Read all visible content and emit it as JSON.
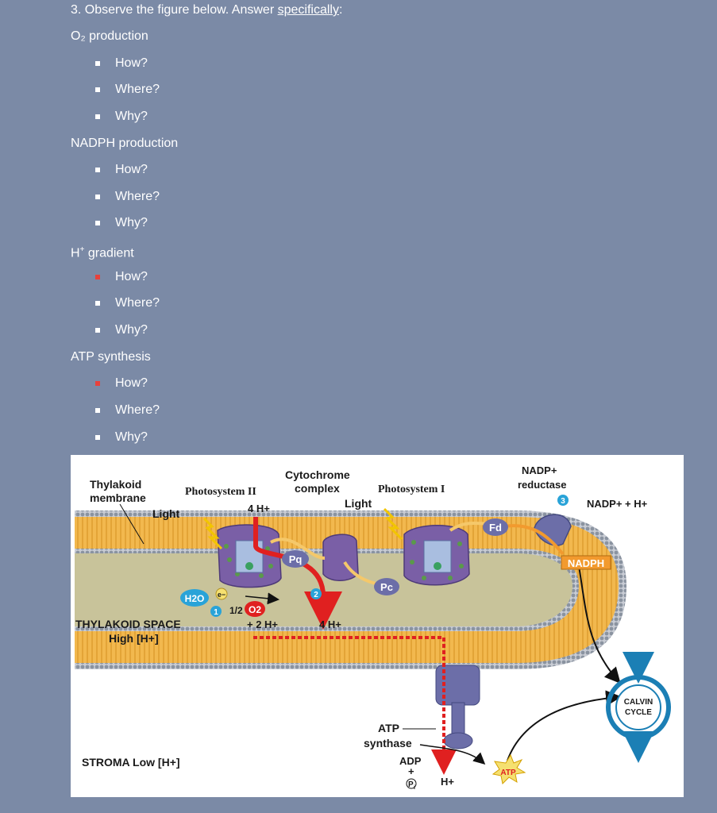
{
  "question": {
    "title_prefix": "3. Observe the figure below. Answer ",
    "title_emphasis": "specifically",
    "title_suffix": ":"
  },
  "sections": [
    {
      "heading": "O₂ production",
      "items": [
        "How?",
        "Where?",
        "Why?"
      ],
      "bullet_colors": [
        "#ffffff",
        "#ffffff",
        "#ffffff"
      ]
    },
    {
      "heading": "NADPH production",
      "items": [
        "How?",
        "Where?",
        "Why?"
      ],
      "bullet_colors": [
        "#ffffff",
        "#ffffff",
        "#ffffff"
      ]
    },
    {
      "heading_main": "H",
      "heading_sup": "+",
      "heading_rest": " gradient",
      "items": [
        "How?",
        "Where?",
        "Why?"
      ],
      "bullet_colors": [
        "#e8413c",
        "#ffffff",
        "#ffffff"
      ]
    },
    {
      "heading": "ATP synthesis",
      "items": [
        "How?",
        "Where?",
        "Why?"
      ],
      "bullet_colors": [
        "#e8413c",
        "#ffffff",
        "#ffffff"
      ]
    }
  ],
  "diagram": {
    "labels": {
      "thylakoid_membrane_1": "Thylakoid",
      "thylakoid_membrane_2": "membrane",
      "light_1": "Light",
      "light_2": "Light",
      "photosystem_ii": "Photosystem II",
      "cytochrome_1": "Cytochrome",
      "cytochrome_2": "complex",
      "photosystem_i": "Photosystem I",
      "nadp_reductase_1": "NADP+",
      "nadp_reductase_2": "reductase",
      "nadp_plus_h": "NADP+ + H+",
      "h_4_top": "4 H+",
      "pq": "Pq",
      "pc": "Pc",
      "fd": "Fd",
      "nadph": "NADPH",
      "h2o": "H2O",
      "e_minus": "e−",
      "half_o2": "1/2",
      "o2": "O2",
      "plus_2h": "+ 2 H+",
      "h_4_bottom": "4 H+",
      "thylakoid_space": "THYLAKOID SPACE",
      "high_h": "High [H+]",
      "stroma": "STROMA Low [H+]",
      "atp_synthase_1": "ATP",
      "atp_synthase_2": "synthase",
      "adp": "ADP",
      "plus": "+",
      "pi": "P",
      "pi_sub": "i",
      "h_plus_out": "H+",
      "atp": "ATP",
      "calvin_1": "CALVIN",
      "calvin_2": "CYCLE",
      "step_1": "1",
      "step_2": "2",
      "step_3": "3"
    },
    "colors": {
      "page_bg": "#7b8aa6",
      "membrane_lipid": "#f2b84e",
      "membrane_head": "#8a93a0",
      "thylakoid_space": "#c8c39a",
      "protein_purple": "#7a5fa6",
      "carrier_blue": "#6c6ea8",
      "proton_red": "#e02020",
      "calvin_blue": "#1b7fb5",
      "nadph_orange": "#f29a2e",
      "step_blue": "#29a3d8"
    }
  }
}
